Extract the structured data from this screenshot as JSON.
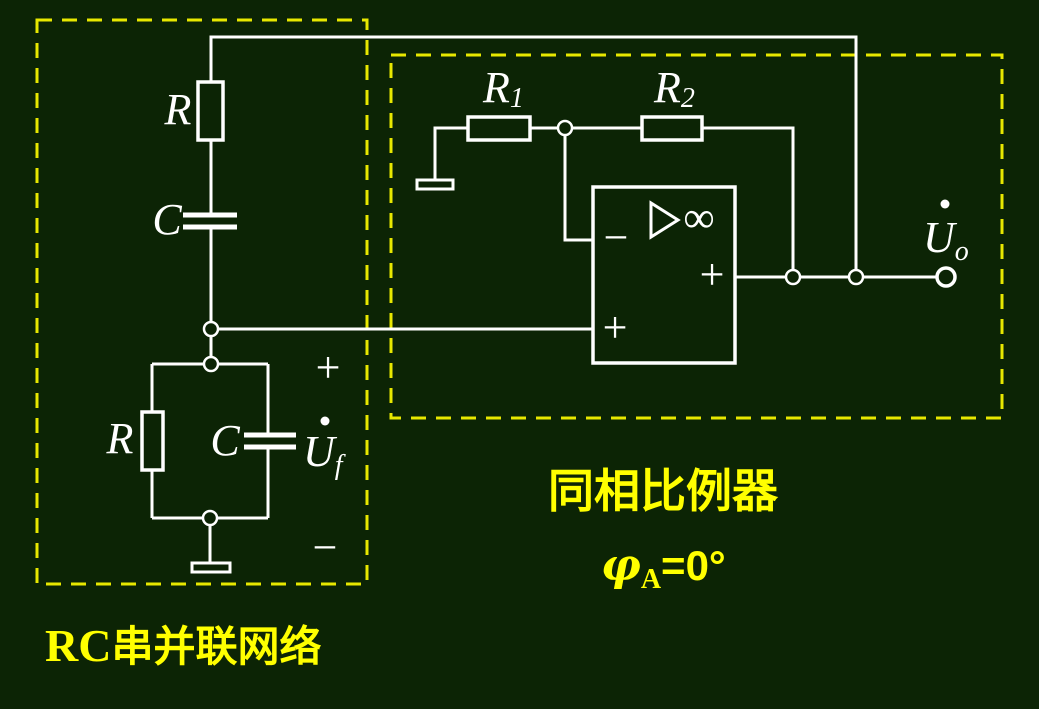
{
  "colors": {
    "background": "#0c2405",
    "wire": "#ffffff",
    "dashed_box": "#e8e800",
    "caption": "#ffff00",
    "label": "#ffffff"
  },
  "rc_network": {
    "caption_latin": "RC",
    "caption_chinese": "串并联网络",
    "series_resistor_label": "R",
    "series_capacitor_label": "C",
    "parallel_resistor_label": "R",
    "parallel_capacitor_label": "C",
    "feedback_plus": "+",
    "feedback_minus": "−",
    "feedback_voltage_symbol": "U",
    "feedback_voltage_subscript": "f"
  },
  "amplifier": {
    "caption": "同相比例器",
    "phase_phi": "φ",
    "phase_subscript": "A",
    "phase_value": "=0°",
    "r1_symbol": "R",
    "r1_subscript": "1",
    "r2_symbol": "R",
    "r2_subscript": "2",
    "opamp_minus_input": "−",
    "opamp_plus_input": "+",
    "opamp_gain": "∞",
    "opamp_output_plus": "+"
  },
  "output": {
    "voltage_symbol": "U",
    "voltage_subscript": "o"
  }
}
